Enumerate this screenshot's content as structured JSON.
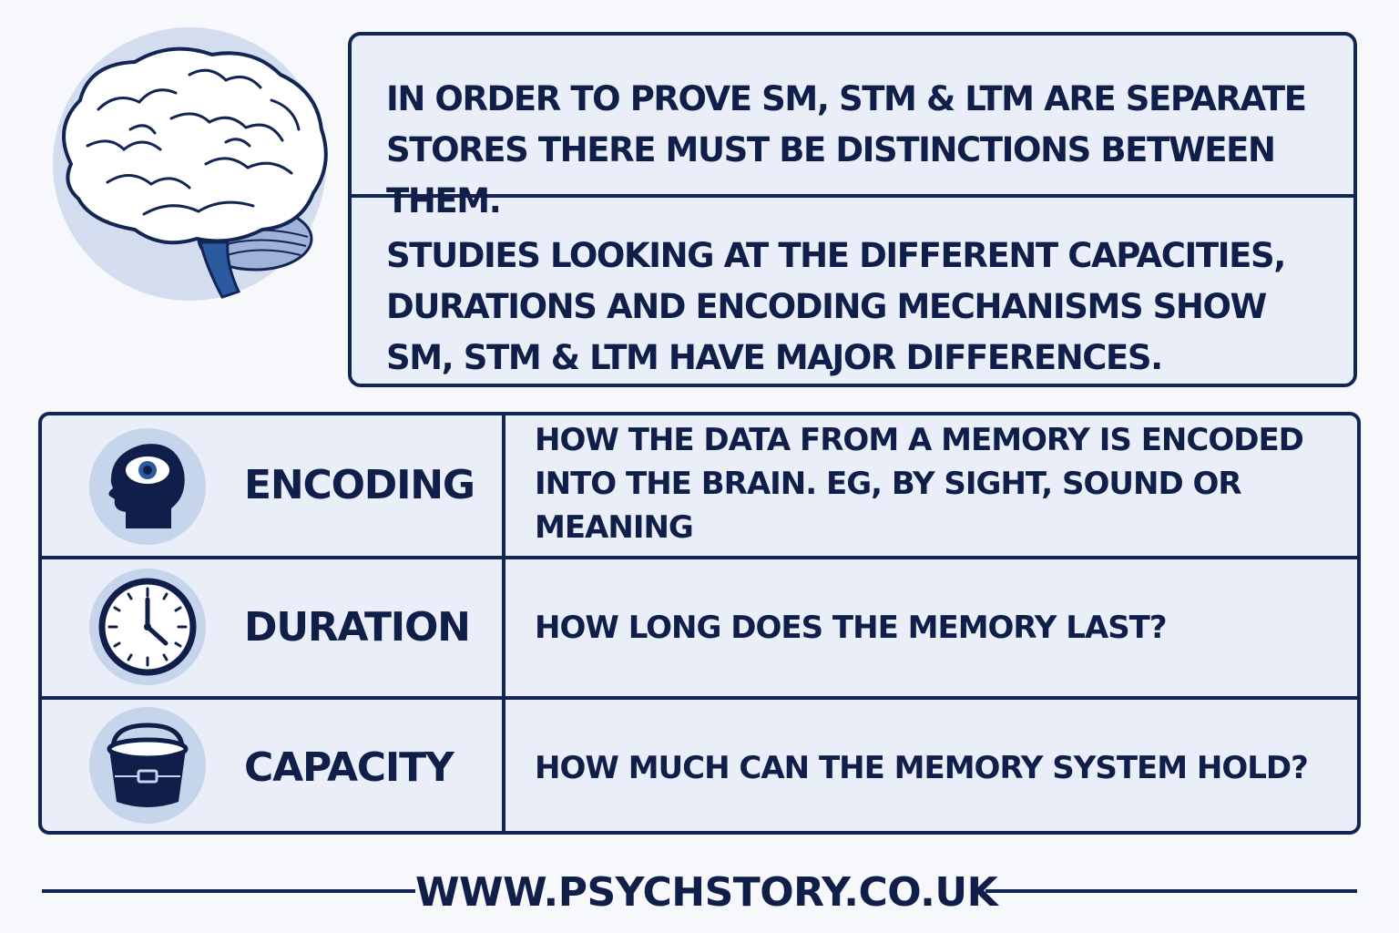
{
  "intro": {
    "paragraph_1": "IN ORDER TO PROVE SM, STM & LTM ARE SEPARATE STORES THERE MUST BE DISTINCTIONS BETWEEN THEM.",
    "paragraph_2": "STUDIES LOOKING AT THE DIFFERENT CAPACITIES, DURATIONS AND ENCODING MECHANISMS SHOW SM, STM & LTM HAVE MAJOR DIFFERENCES."
  },
  "icons": {
    "brain": "brain-icon",
    "encoding": "head-eye-icon",
    "duration": "clock-icon",
    "capacity": "bucket-icon"
  },
  "colors": {
    "navy": "#132554",
    "panel": "#e9eef8",
    "icon_circle": "#c6d4ec",
    "accent": "#2c5aa0"
  },
  "rows": [
    {
      "term": "ENCODING",
      "description_lines": [
        "HOW THE DATA FROM A MEMORY IS ENCODED",
        "INTO THE BRAIN. EG, BY SIGHT, SOUND OR MEANING"
      ]
    },
    {
      "term": "DURATION",
      "description_lines": [
        "HOW LONG DOES THE MEMORY LAST?"
      ]
    },
    {
      "term": "CAPACITY",
      "description_lines": [
        "HOW MUCH CAN THE MEMORY SYSTEM HOLD?"
      ]
    }
  ],
  "footer": {
    "url": "WWW.PSYCHSTORY.CO.UK"
  }
}
